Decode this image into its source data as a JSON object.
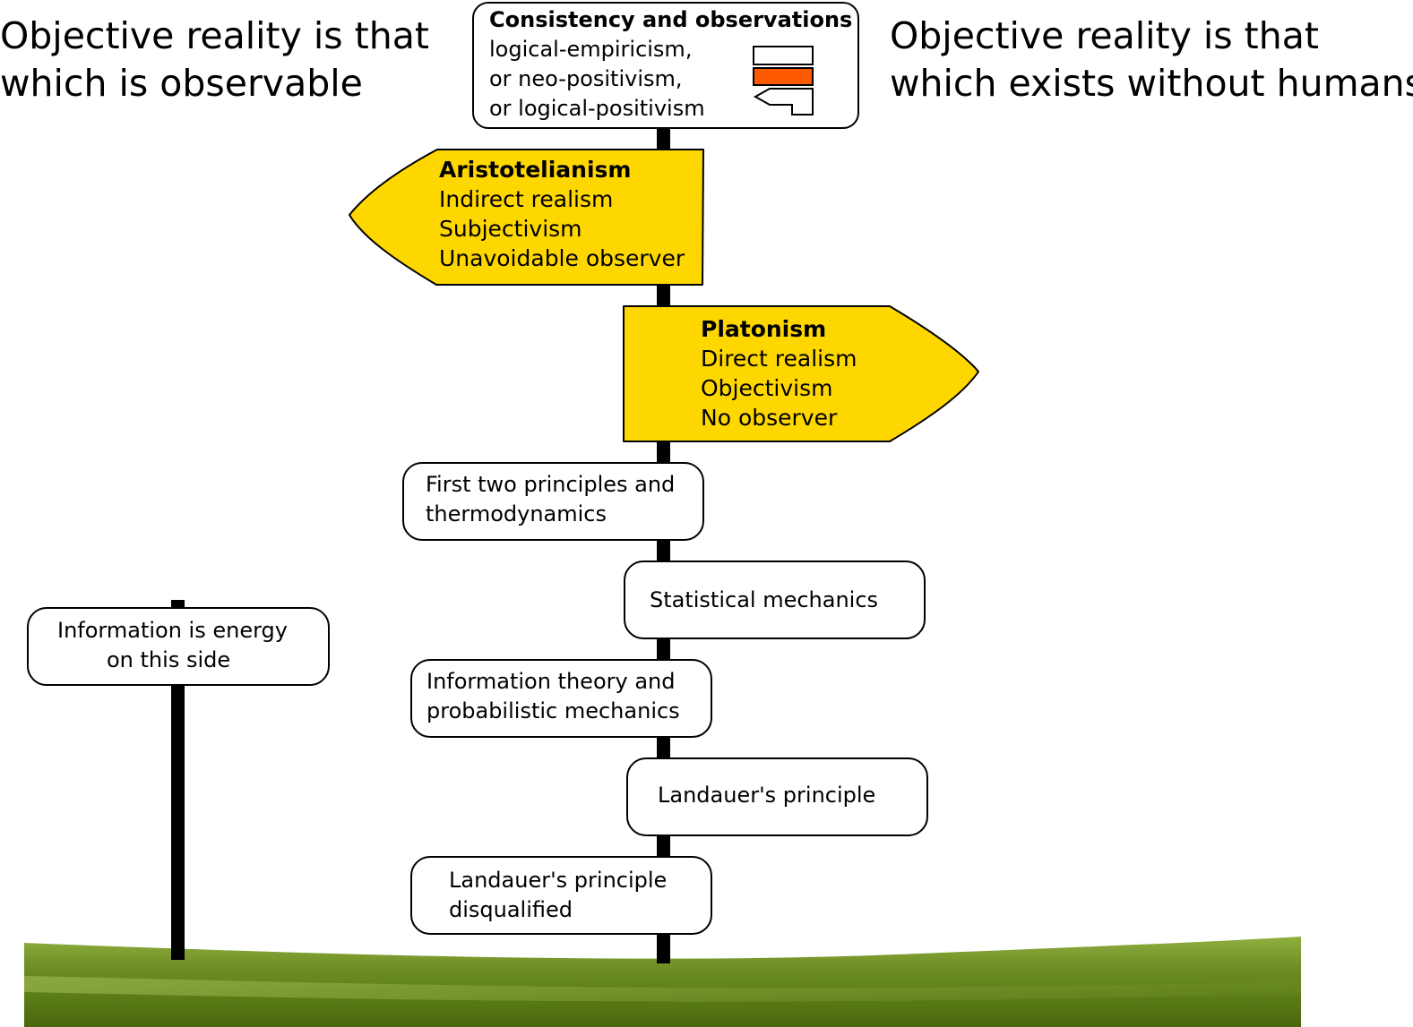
{
  "headers": {
    "left": [
      "Objective reality is that",
      "which is observable"
    ],
    "right": [
      "Objective reality is that",
      "which exists without humans"
    ]
  },
  "top_box": {
    "title": "Consistency and observations",
    "lines": [
      "logical-empiricism,",
      "or neo-positivism,",
      "or logical-positivism"
    ]
  },
  "sign_left": {
    "title": "Aristotelianism",
    "lines": [
      "Indirect realism",
      "Subjectivism",
      "Unavoidable observer"
    ]
  },
  "sign_right": {
    "title": "Platonism",
    "lines": [
      "Direct realism",
      "Objectivism",
      "No observer"
    ]
  },
  "boxes": {
    "first_two": [
      "First two principles and",
      "thermodynamics"
    ],
    "statistical": "Statistical mechanics",
    "info_theory": [
      "Information theory and",
      "probabilistic mechanics"
    ],
    "landauer": "Landauer's principle",
    "landauer_disq": [
      "Landauer's principle",
      "disqualified"
    ],
    "info_energy": [
      "Information is energy",
      "on this side"
    ]
  },
  "colors": {
    "sign_fill": "#FFD700",
    "legend_orange": "#FF5A00",
    "grass_dark": "#4E6A10",
    "grass_light": "#8AA83A"
  }
}
